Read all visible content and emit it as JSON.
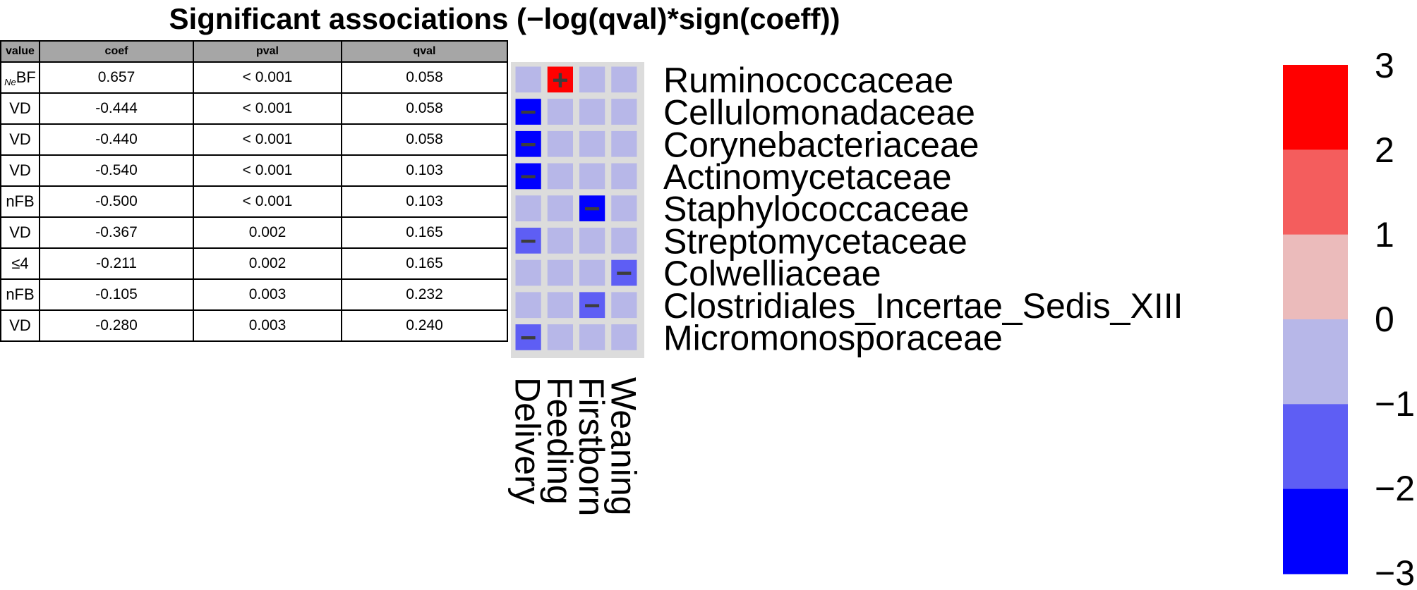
{
  "title": "Significant associations (−log(qval)*sign(coeff))",
  "table": {
    "headers": [
      "value",
      "coef",
      "pval",
      "qval"
    ],
    "rows": [
      {
        "value_sub": "Ne",
        "value": "BF",
        "coef": "0.657",
        "pval": "< 0.001",
        "qval": "0.058"
      },
      {
        "value_sub": "",
        "value": "VD",
        "coef": "-0.444",
        "pval": "< 0.001",
        "qval": "0.058"
      },
      {
        "value_sub": "",
        "value": "VD",
        "coef": "-0.440",
        "pval": "< 0.001",
        "qval": "0.058"
      },
      {
        "value_sub": "",
        "value": "VD",
        "coef": "-0.540",
        "pval": "< 0.001",
        "qval": "0.103"
      },
      {
        "value_sub": "",
        "value": "nFB",
        "coef": "-0.500",
        "pval": "< 0.001",
        "qval": "0.103"
      },
      {
        "value_sub": "",
        "value": "VD",
        "coef": "-0.367",
        "pval": "0.002",
        "qval": "0.165"
      },
      {
        "value_sub": "",
        "value": "≤4",
        "coef": "-0.211",
        "pval": "0.002",
        "qval": "0.165"
      },
      {
        "value_sub": "",
        "value": "nFB",
        "coef": "-0.105",
        "pval": "0.003",
        "qval": "0.232"
      },
      {
        "value_sub": "",
        "value": "VD",
        "coef": "-0.280",
        "pval": "0.003",
        "qval": "0.240"
      }
    ]
  },
  "chart_data": {
    "type": "heatmap",
    "title": "Significant associations (−log(qval)*sign(coeff))",
    "rows": [
      "Ruminococcaceae",
      "Cellulomonadaceae",
      "Corynebacteriaceae",
      "Actinomycetaceae",
      "Staphylococcaceae",
      "Streptomycetaceae",
      "Colwelliaceae",
      "Clostridiales_Incertae_Sedis_XIII",
      "Micromonosporaceae"
    ],
    "columns": [
      "Delivery",
      "Feeding",
      "Firstborn",
      "Weaning"
    ],
    "values": [
      [
        0,
        2.8,
        0,
        0
      ],
      [
        -2.8,
        0,
        0,
        0
      ],
      [
        -2.8,
        0,
        0,
        0
      ],
      [
        -2.3,
        0,
        0,
        0
      ],
      [
        0,
        0,
        -2.3,
        0
      ],
      [
        -1.8,
        0,
        0,
        0
      ],
      [
        0,
        0,
        0,
        -1.8
      ],
      [
        0,
        0,
        -1.5,
        0
      ],
      [
        -1.4,
        0,
        0,
        0
      ]
    ],
    "signs": [
      [
        "",
        "+",
        "",
        ""
      ],
      [
        "−",
        "",
        "",
        ""
      ],
      [
        "−",
        "",
        "",
        ""
      ],
      [
        "−",
        "",
        "",
        ""
      ],
      [
        "",
        "",
        "−",
        ""
      ],
      [
        "−",
        "",
        "",
        ""
      ],
      [
        "",
        "",
        "",
        "−"
      ],
      [
        "",
        "",
        "−",
        ""
      ],
      [
        "−",
        "",
        "",
        ""
      ]
    ],
    "legend": {
      "ticks": [
        "3",
        "2",
        "1",
        "0",
        "−1",
        "−2",
        "−3"
      ],
      "range": [
        -3,
        3
      ],
      "bins": [
        {
          "from": 2,
          "to": 3,
          "color": "#ff0000"
        },
        {
          "from": 1,
          "to": 2,
          "color": "#f45d5d"
        },
        {
          "from": 0,
          "to": 1,
          "color": "#ebbbbb"
        },
        {
          "from": -1,
          "to": 0,
          "color": "#b7b7e8"
        },
        {
          "from": -2,
          "to": -1,
          "color": "#5e5ef4"
        },
        {
          "from": -3,
          "to": -2,
          "color": "#0000ff"
        }
      ]
    },
    "colors": {
      "neutral": "#b7b7e8",
      "border": "#dcdcdc",
      "mark": "#3d3d3d"
    }
  }
}
